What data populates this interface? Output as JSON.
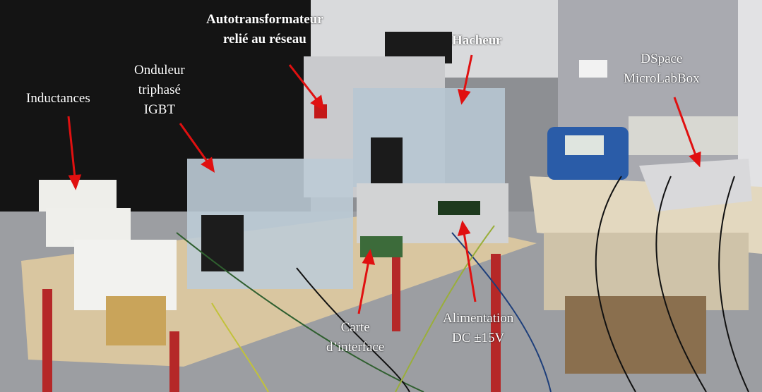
{
  "labels": {
    "inductances": "Inductances",
    "onduleur": [
      "Onduleur",
      "triphasé",
      "IGBT"
    ],
    "autotransformateur": [
      "Autotransformateur",
      "relié au réseau"
    ],
    "hacheur": "Hacheur",
    "dspace": [
      "DSpace",
      "MicroLabBox"
    ],
    "carte": [
      "Carte",
      "d’interface"
    ],
    "alimentation": [
      "Alimentation",
      "DC ±15V"
    ]
  },
  "colors": {
    "arrow": "#e01010",
    "label": "#ffffff"
  }
}
